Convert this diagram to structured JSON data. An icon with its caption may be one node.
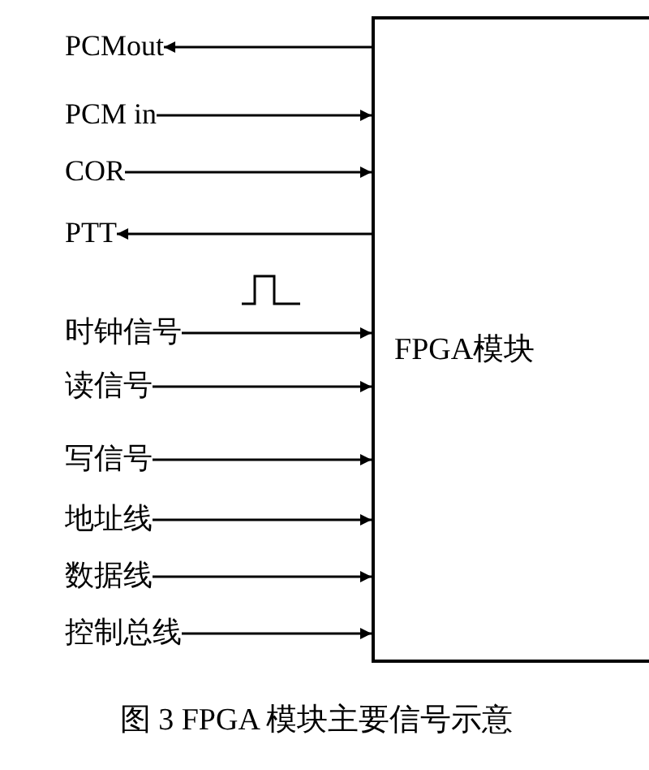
{
  "diagram": {
    "caption": "图 3 FPGA 模块主要信号示意",
    "nodes": [
      {
        "text": [
          "FPGA模块"
        ]
      },
      {
        "text": [
          "PCMout"
        ]
      },
      {
        "text": [
          "PCM in"
        ]
      },
      {
        "text": [
          "COR"
        ]
      },
      {
        "text": [
          "PTT"
        ]
      },
      {
        "text": [
          "时钟信号"
        ]
      },
      {
        "text": [
          "读信号"
        ]
      },
      {
        "text": [
          "写信号"
        ]
      },
      {
        "text": [
          "地址线"
        ]
      },
      {
        "text": [
          "数据线"
        ]
      },
      {
        "text": [
          "控制总线"
        ]
      }
    ],
    "edges": [
      {
        "from": 0,
        "to": 1,
        "arrow": "to"
      },
      {
        "from": 2,
        "to": 0,
        "arrow": "to"
      },
      {
        "from": 3,
        "to": 0,
        "arrow": "to"
      },
      {
        "from": 0,
        "to": 4,
        "arrow": "to"
      },
      {
        "from": 5,
        "to": 0,
        "arrow": "to"
      },
      {
        "from": 6,
        "to": 0,
        "arrow": "to"
      },
      {
        "from": 7,
        "to": 0,
        "arrow": "to"
      },
      {
        "from": 8,
        "to": 0,
        "arrow": "to"
      },
      {
        "from": 9,
        "to": 0,
        "arrow": "to"
      },
      {
        "from": 10,
        "to": 0,
        "arrow": "to"
      }
    ]
  }
}
